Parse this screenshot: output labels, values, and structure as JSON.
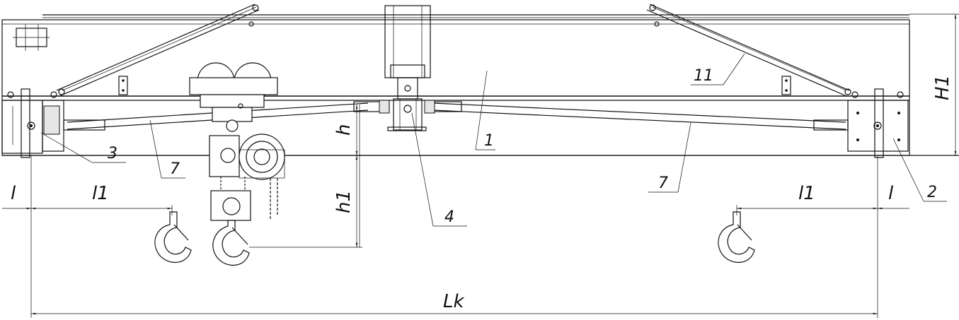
{
  "drawing": {
    "dimensions": {
      "l_left": "l",
      "l1_left": "l1",
      "h": "h",
      "h1": "h1",
      "H1": "H1",
      "l1_right": "l1",
      "l_right": "l",
      "lk": "Lk"
    },
    "callouts": {
      "c1": "1",
      "c2": "2",
      "c3": "3",
      "c4": "4",
      "c7_left": "7",
      "c7_right": "7",
      "c11": "11"
    }
  }
}
